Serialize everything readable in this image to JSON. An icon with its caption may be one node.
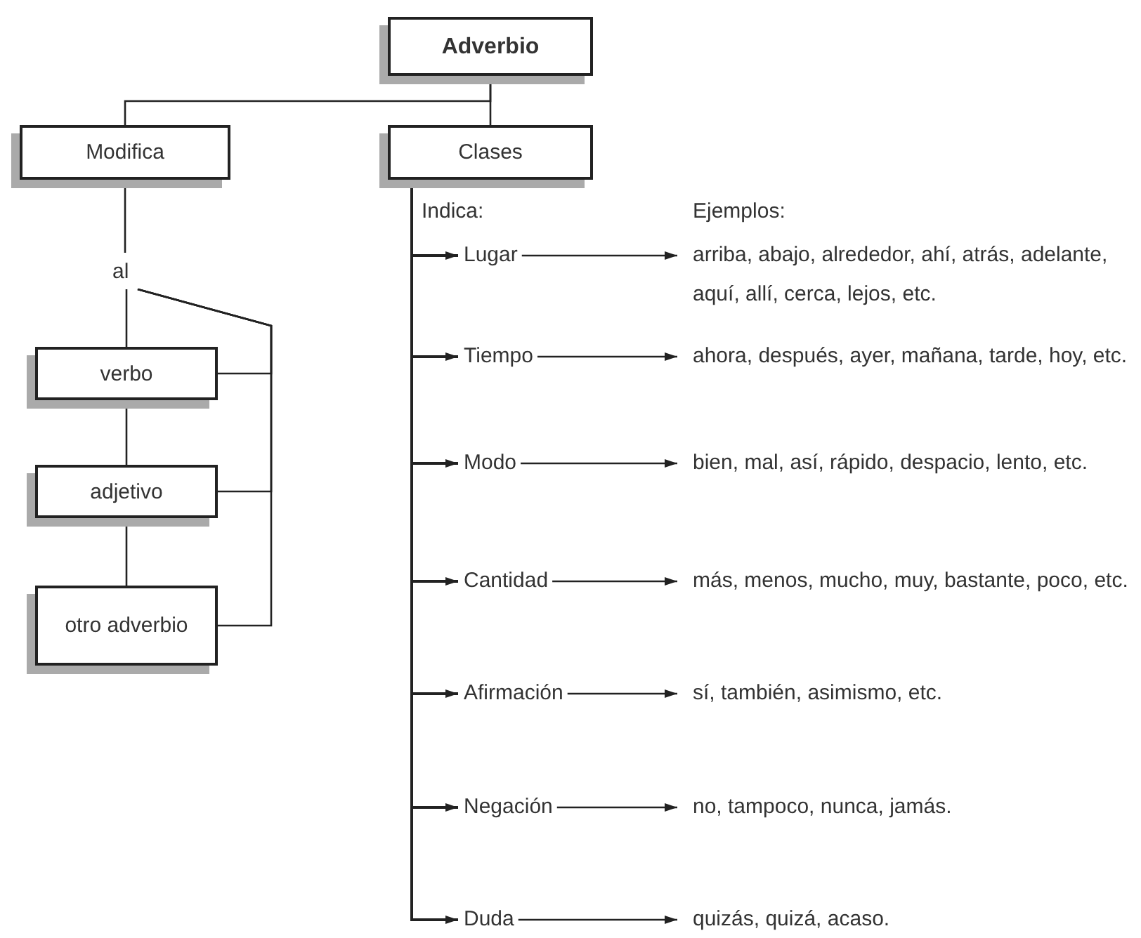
{
  "diagram": {
    "nodes": [
      {
        "text": [
          "Adverbio"
        ]
      },
      {
        "text": [
          "Modifica"
        ]
      },
      {
        "text": [
          "Clases"
        ]
      },
      {
        "text": [
          "al"
        ]
      },
      {
        "text": [
          "verbo"
        ]
      },
      {
        "text": [
          "adjetivo"
        ]
      },
      {
        "text": [
          "otro adverbio"
        ]
      },
      {
        "text": [
          "Lugar"
        ]
      },
      {
        "text": [
          "Tiempo"
        ]
      },
      {
        "text": [
          "Modo"
        ]
      },
      {
        "text": [
          "Cantidad"
        ]
      },
      {
        "text": [
          "Afirmación"
        ]
      },
      {
        "text": [
          "Negación"
        ]
      },
      {
        "text": [
          "Duda"
        ]
      },
      {
        "text": [
          "arriba, abajo, alrededor, ahí, atrás, adelante, aquí, allí, cerca, lejos, etc."
        ]
      },
      {
        "text": [
          "ahora, después, ayer, mañana, tarde, hoy, etc."
        ]
      },
      {
        "text": [
          "bien, mal, así, rápido, despacio, lento, etc."
        ]
      },
      {
        "text": [
          "más, menos, mucho, muy, bastante, poco, etc."
        ]
      },
      {
        "text": [
          "sí, también, asimismo, etc."
        ]
      },
      {
        "text": [
          "no, tampoco, nunca, jamás."
        ]
      },
      {
        "text": [
          "quizás, quizá, acaso."
        ]
      }
    ],
    "edges": [
      {
        "from": 0,
        "to": 1,
        "arrow": "none"
      },
      {
        "from": 0,
        "to": 2,
        "arrow": "none"
      },
      {
        "from": 1,
        "to": 3,
        "arrow": "none"
      },
      {
        "from": 3,
        "to": 4,
        "arrow": "none"
      },
      {
        "from": 4,
        "to": 5,
        "arrow": "none"
      },
      {
        "from": 5,
        "to": 6,
        "arrow": "none"
      },
      {
        "from": 3,
        "to": 4,
        "arrow": "none"
      },
      {
        "from": 3,
        "to": 5,
        "arrow": "none"
      },
      {
        "from": 3,
        "to": 6,
        "arrow": "none"
      },
      {
        "from": 2,
        "to": 7,
        "arrow": "to"
      },
      {
        "from": 2,
        "to": 8,
        "arrow": "to"
      },
      {
        "from": 2,
        "to": 9,
        "arrow": "to"
      },
      {
        "from": 2,
        "to": 10,
        "arrow": "to"
      },
      {
        "from": 2,
        "to": 11,
        "arrow": "to"
      },
      {
        "from": 2,
        "to": 12,
        "arrow": "to"
      },
      {
        "from": 2,
        "to": 13,
        "arrow": "to"
      },
      {
        "from": 7,
        "to": 14,
        "arrow": "to"
      },
      {
        "from": 8,
        "to": 15,
        "arrow": "to"
      },
      {
        "from": 9,
        "to": 16,
        "arrow": "to"
      },
      {
        "from": 10,
        "to": 17,
        "arrow": "to"
      },
      {
        "from": 11,
        "to": 18,
        "arrow": "to"
      },
      {
        "from": 12,
        "to": 19,
        "arrow": "to"
      },
      {
        "from": 13,
        "to": 20,
        "arrow": "to"
      }
    ],
    "labels": [
      "Indica:",
      "Ejemplos:"
    ]
  }
}
